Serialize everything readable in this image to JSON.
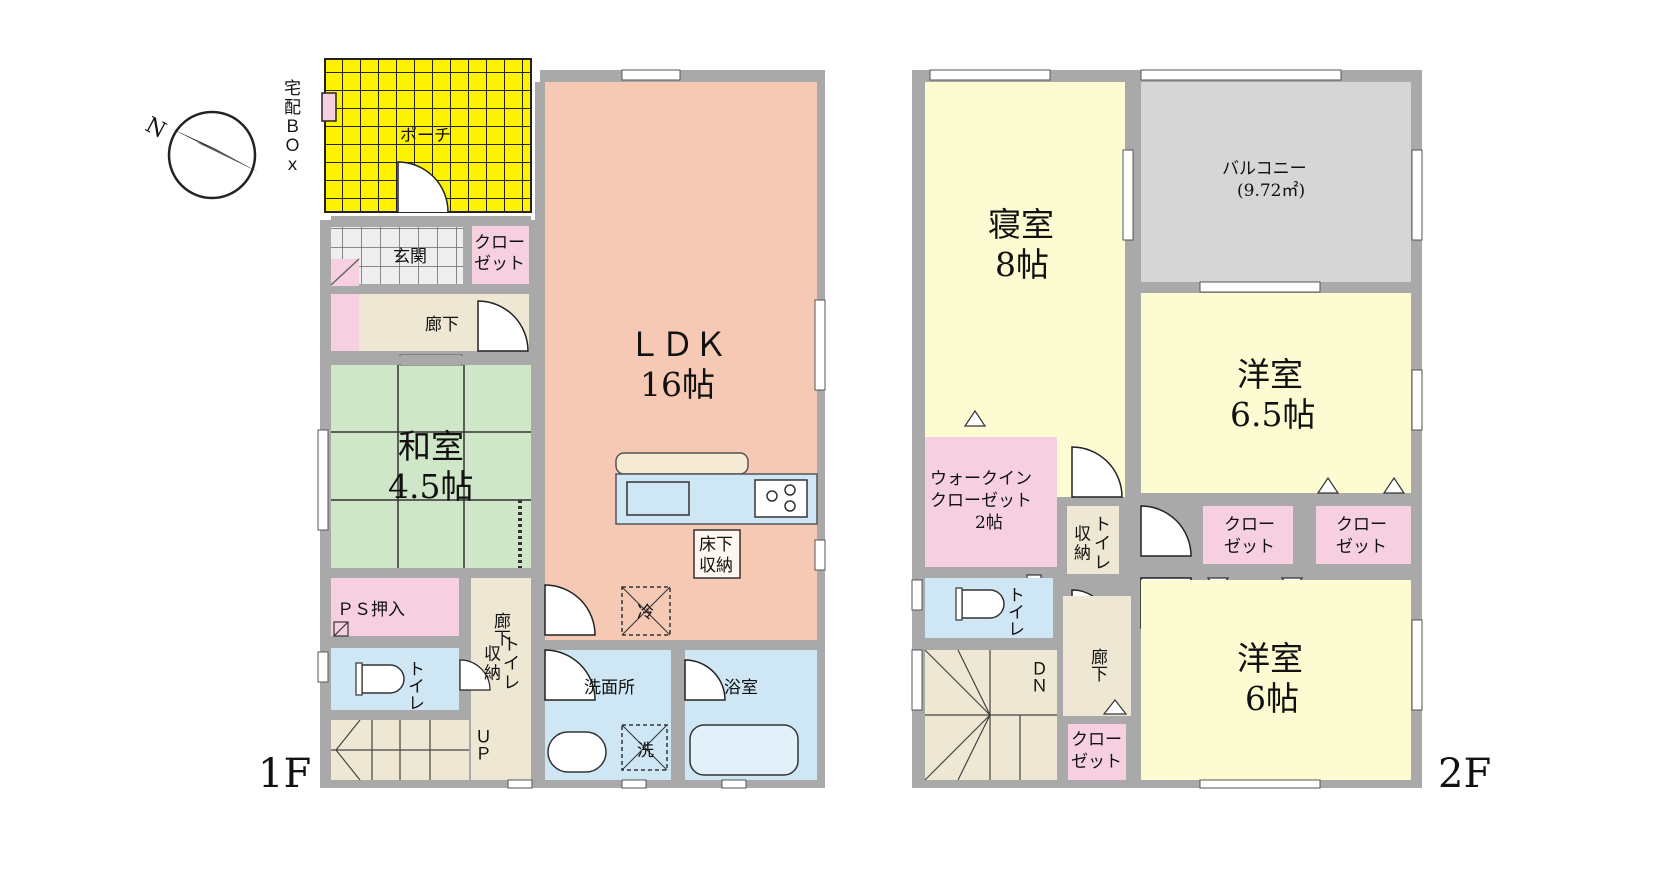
{
  "compass": {
    "north_label": "N"
  },
  "floor1": {
    "floor_label": "1F",
    "takuhai_box": "宅配ＢＯｘ",
    "porch": "ポーチ",
    "entrance": "玄関",
    "closet": "クロー\nゼット",
    "hallway_top": "廊下",
    "ldk": {
      "name": "ＬＤＫ",
      "size": "16帖"
    },
    "washitsu": {
      "name": "和室",
      "size": "4.5帖"
    },
    "underfloor": "床下\n収納",
    "fridge": "冷",
    "ps_oshiire": "ＰＳ押入",
    "hallway_side": "廊下",
    "toilet": "トイレ",
    "toilet_storage": "トイレ\n収納",
    "washroom": "洗面所",
    "washer": "洗",
    "bathroom": "浴室",
    "stairs_up": "ＵＰ"
  },
  "floor2": {
    "floor_label": "2F",
    "bedroom": {
      "name": "寝室",
      "size": "8帖"
    },
    "balcony": {
      "name": "バルコニー",
      "area": "(9.72㎡)"
    },
    "western_a": {
      "name": "洋室",
      "size": "6.5帖"
    },
    "walkin": {
      "line1": "ウォークイン",
      "line2": "クローゼット",
      "size": "2帖"
    },
    "closet_a": "クロー\nゼット",
    "closet_b": "クロー\nゼット",
    "toilet_storage": "トイレ\n収納",
    "toilet": "トイレ",
    "hallway": "廊下",
    "stairs_down": "ＤＮ",
    "closet_c": "クロー\nゼット",
    "western_b": {
      "name": "洋室",
      "size": "6帖"
    }
  },
  "colors": {
    "wall": "#a9a9a9",
    "ldk": "#f5c9b3",
    "bedroom": "#fdfbd2",
    "closet": "#f6d0e0",
    "water": "#cfe6f5",
    "tatami": "#cfe6c9",
    "balcony": "#d6d6d6",
    "hall": "#ede7d3",
    "porch": "#fff200"
  }
}
